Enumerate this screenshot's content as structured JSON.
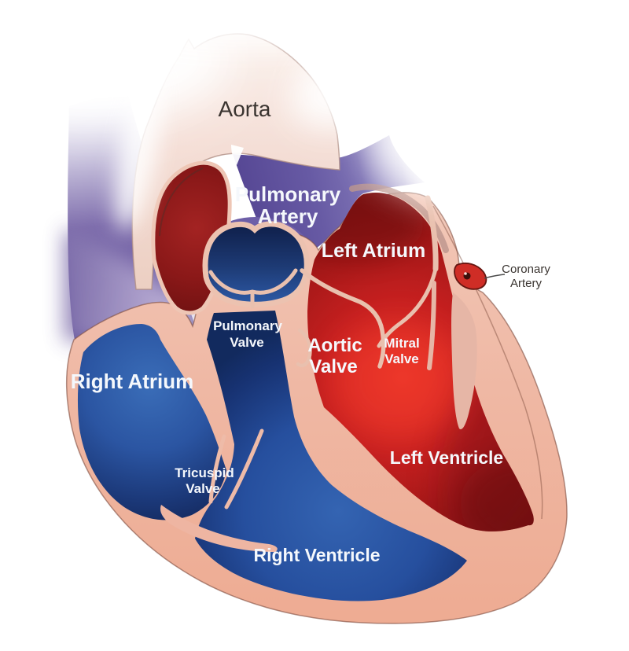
{
  "title": "Cross-section diagram of the human heart",
  "diagram": {
    "labels": {
      "aorta": "Aorta",
      "pulmonary_artery": {
        "line1": "Pulmonary",
        "line2": "Artery"
      },
      "left_atrium": "Left Atrium",
      "coronary_artery": {
        "line1": "Coronary",
        "line2": "Artery"
      },
      "pulmonary_valve": {
        "line1": "Pulmonary",
        "line2": "Valve"
      },
      "aortic_valve": {
        "line1": "Aortic",
        "line2": "Valve"
      },
      "mitral_valve": {
        "line1": "Mitral",
        "line2": "Valve"
      },
      "right_atrium": "Right Atrium",
      "tricuspid_valve": {
        "line1": "Tricuspid",
        "line2": "Valve"
      },
      "left_ventricle": "Left Ventricle",
      "right_ventricle": "Right Ventricle"
    },
    "colors": {
      "background": "#ffffff",
      "heart_wall_pink": "#efb8a4",
      "aorta_cream": "#f4ded6",
      "oxygenated_red": "#c62020",
      "dark_red_atrium": "#8a1818",
      "deoxygenated_blue": "#2b55a2",
      "dark_navy": "#14295e",
      "pulmonary_artery_purple": "#675aa4",
      "vena_cava_purple": "#5b4b96",
      "coronary_red": "#cf2d26",
      "label_white": "#f5f8fc",
      "label_dark": "#3a3430"
    }
  }
}
